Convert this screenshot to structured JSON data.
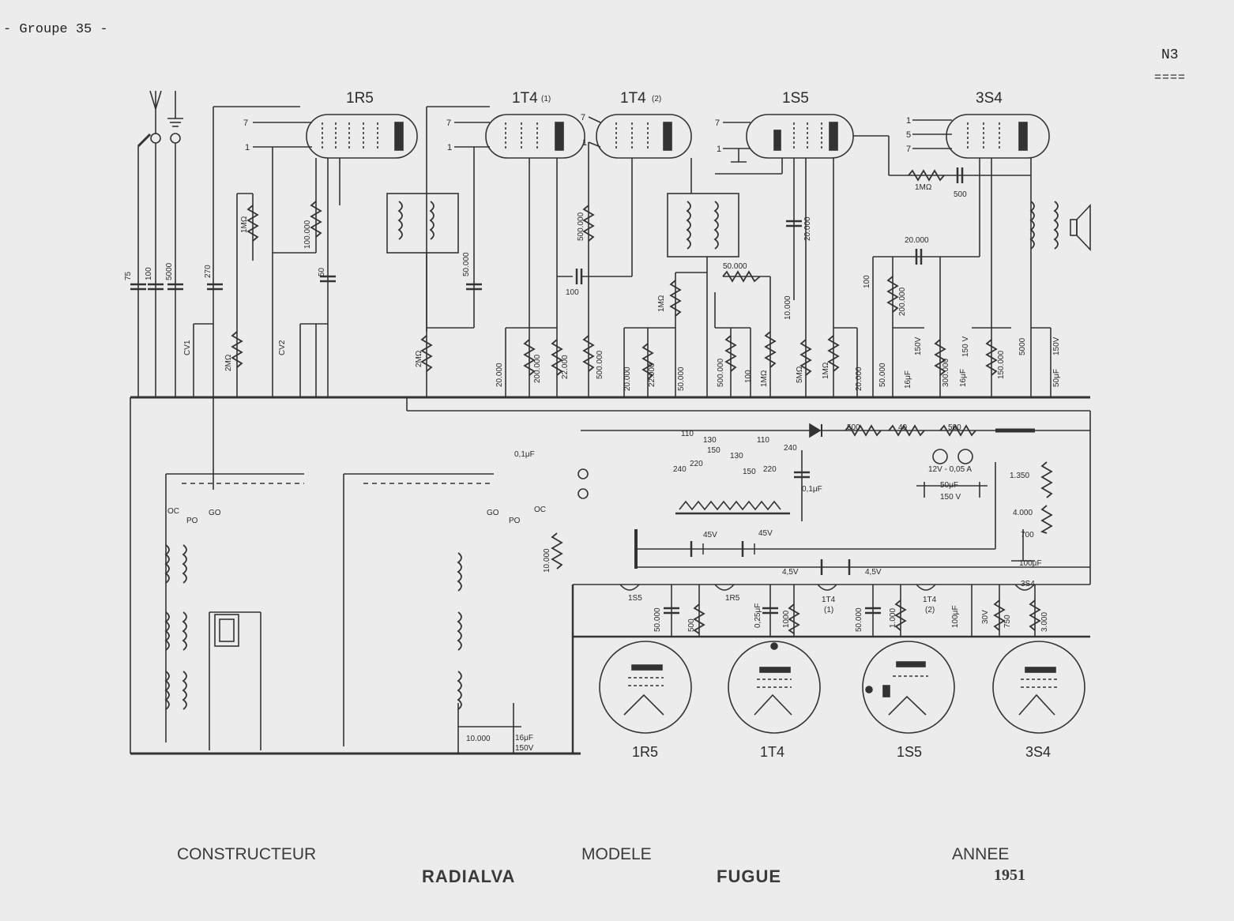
{
  "header": {
    "group": "- Groupe 35 -",
    "sheet": "N3",
    "sheet_rule": "===="
  },
  "tubes": {
    "t1": {
      "name": "1R5",
      "sub": ""
    },
    "t2": {
      "name": "1T4",
      "sub": "(1)"
    },
    "t3": {
      "name": "1T4",
      "sub": "(2)"
    },
    "t4": {
      "name": "1S5",
      "sub": ""
    },
    "t5": {
      "name": "3S4",
      "sub": ""
    }
  },
  "pins": {
    "p1": "1",
    "p5": "5",
    "p7": "7"
  },
  "values": {
    "c75": "75",
    "c100": "100",
    "c5000": "5000",
    "c270": "270",
    "cv1": "CV1",
    "cv2": "CV2",
    "r1m": "1MΩ",
    "r2m": "2MΩ",
    "r100k": "100.000",
    "c50": "50",
    "r2m_b": "2MΩ",
    "c50000": "50.000",
    "c20000a": "20.000",
    "r200k": "200.000",
    "r22k": "22.000",
    "r500k": "500.000",
    "c100b": "100",
    "r500k_b": "500.000",
    "c20000b": "20.000",
    "r22k_b": "22.000",
    "c50000b": "50.000",
    "r1m_b": "1MΩ",
    "r50k": "50.000",
    "r500k_c": "500.000",
    "c100c": "100",
    "r1m_c": "1MΩ",
    "r10k": "10.000",
    "c20000c": "20.000",
    "r5m": "5MΩ",
    "r1m_d": "1MΩ",
    "c20000d": "20.000",
    "r1mo": "1MΩ",
    "c500": "500",
    "c20000e": "20.000",
    "c100d": "100",
    "r200k_b": "200.000",
    "r50k_b": "50.000",
    "c16uf": "16μF",
    "v150": "150V",
    "r300k": "300.000",
    "c16uf_b": "16μF",
    "v150b": "150 V",
    "r150k": "150.000",
    "c5000b": "5000",
    "c50uf": "50μF",
    "v150c": "150V",
    "r500a": "500",
    "r40": "40",
    "r500b": "500",
    "lamp": "12V - 0,05 A",
    "c50pf": "50μF",
    "v150d": "150 V",
    "c01uf": "0,1μF",
    "c01uf_b": "0,1μF",
    "r1350": "1.350",
    "r4000": "4.000",
    "r700": "700",
    "c100uf": "100μF",
    "b45a": "45V",
    "b45b": "45V",
    "b45c": "4,5V",
    "b45d": "4,5V",
    "oc": "OC",
    "po": "PO",
    "go": "GO",
    "go2": "GO",
    "po2": "PO",
    "oc2": "OC",
    "r10000": "10.000",
    "c10000": "10.000",
    "c16uf_c": "16μF",
    "v150e": "150V",
    "fil_1s5": "1S5",
    "fil_1r5": "1R5",
    "fil_1t4a": "1T4",
    "fil_1t4a_sub": "(1)",
    "fil_1t4b": "1T4",
    "fil_1t4b_sub": "(2)",
    "fil_3s4": "3S4",
    "c50000f": "50.000",
    "r500c": "500",
    "c025": "0,25μF",
    "r1000a": "1000",
    "c50000g": "50.000",
    "r1000b": "1.000",
    "c100uf_b": "100μF",
    "v30": "30V",
    "r750": "750",
    "r3000": "3.000",
    "tap110a": "110",
    "tap130a": "130",
    "tap150a": "150",
    "tap220a": "220",
    "tap240a": "240",
    "tap110b": "110",
    "tap130b": "130",
    "tap150b": "150",
    "tap220b": "220",
    "tap240b": "240"
  },
  "bases": {
    "b1": "1R5",
    "b2": "1T4",
    "b3": "1S5",
    "b4": "3S4"
  },
  "footer": {
    "constructeur_label": "CONSTRUCTEUR",
    "constructeur": "RADIALVA",
    "modele_label": "MODELE",
    "modele": "FUGUE",
    "annee_label": "ANNEE",
    "annee": "1951"
  }
}
